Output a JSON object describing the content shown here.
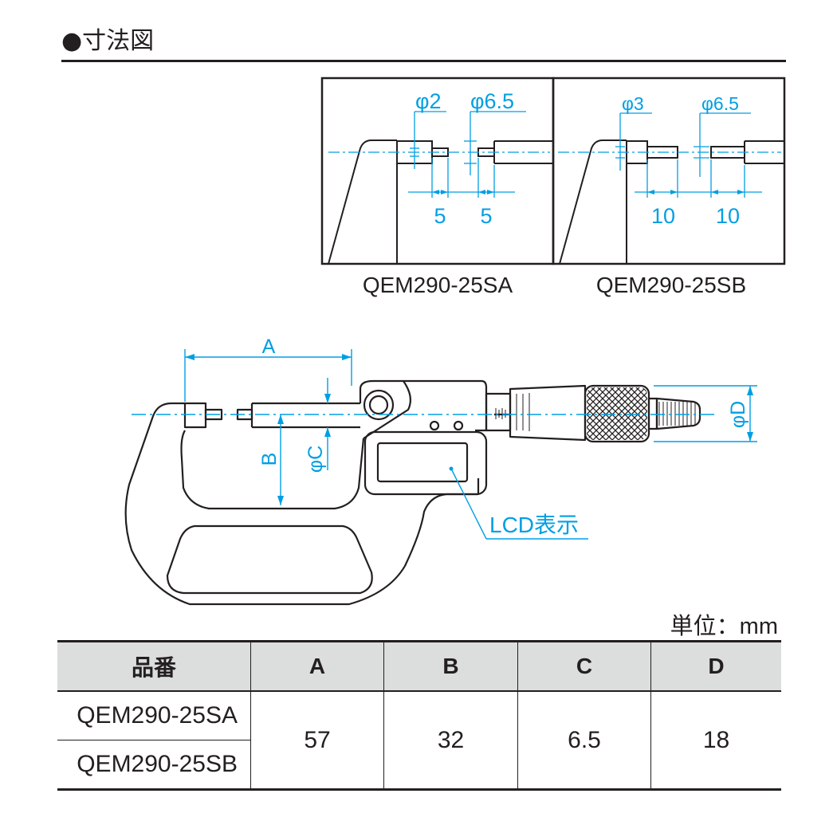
{
  "title": "●寸法図",
  "detail": {
    "sa": {
      "model": "QEM290-25SA",
      "dia_small": "φ2",
      "dia_large": "φ6.5",
      "len_1": "5",
      "len_2": "5"
    },
    "sb": {
      "model": "QEM290-25SB",
      "dia_small": "φ3",
      "dia_large": "φ6.5",
      "len_1": "10",
      "len_2": "10"
    }
  },
  "main": {
    "label_a": "A",
    "label_b": "B",
    "label_c": "φC",
    "label_d": "φD",
    "lcd_label": "LCD表示"
  },
  "unit_label": "単位：mm",
  "table": {
    "headers": [
      "品番",
      "A",
      "B",
      "C",
      "D"
    ],
    "models": [
      "QEM290-25SA",
      "QEM290-25SB"
    ],
    "values": {
      "a": "57",
      "b": "32",
      "c": "6.5",
      "d": "18"
    }
  },
  "colors": {
    "line": "#231f20",
    "dimension": "#009fe3",
    "header_bg": "#dcdddd"
  }
}
